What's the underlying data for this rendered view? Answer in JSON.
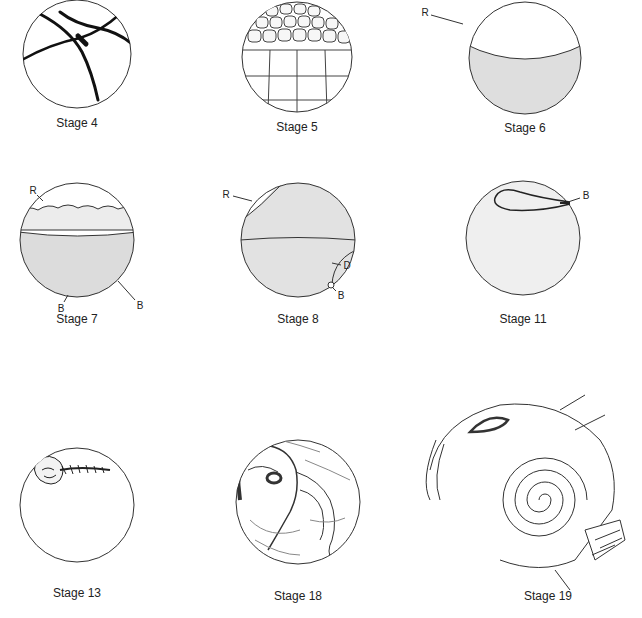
{
  "diagram": {
    "labels": [
      "Stage 4",
      "Stage 5",
      "R",
      "Stage 6",
      "R",
      "B",
      "B",
      "Stage 7",
      "R",
      "D",
      "B",
      "Stage 8",
      "B",
      "Stage 11",
      "Stage 13",
      "Stage 18",
      "Stage 19"
    ]
  }
}
